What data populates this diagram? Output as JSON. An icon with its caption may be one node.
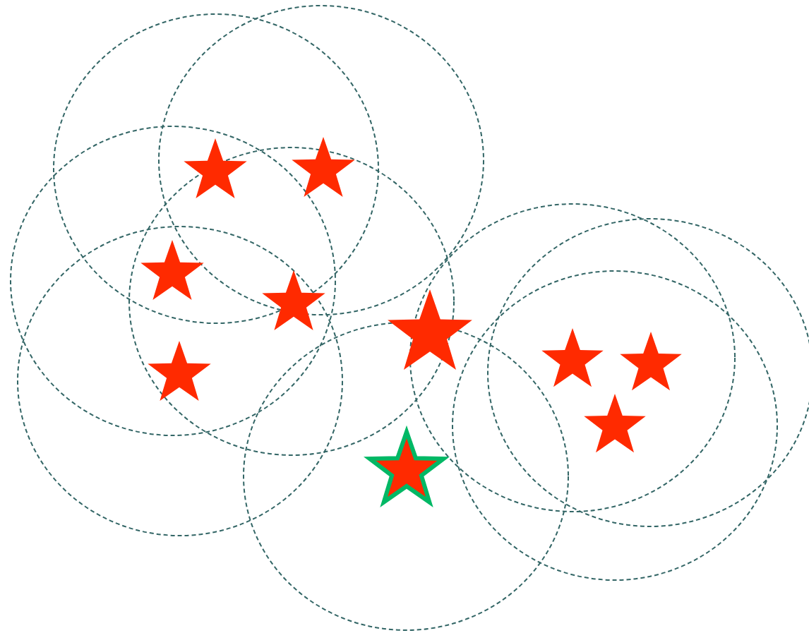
{
  "diagram": {
    "nodes": [
      {
        "text": [],
        "shape": "circle"
      },
      {
        "text": [],
        "shape": "circle"
      },
      {
        "text": [],
        "shape": "circle"
      },
      {
        "text": [],
        "shape": "circle"
      },
      {
        "text": [],
        "shape": "circle"
      },
      {
        "text": [],
        "shape": "circle"
      },
      {
        "text": [],
        "shape": "circle"
      },
      {
        "text": [],
        "shape": "circle"
      },
      {
        "text": [],
        "shape": "circle"
      },
      {
        "text": [],
        "shape": "star"
      },
      {
        "text": [],
        "shape": "star"
      },
      {
        "text": [],
        "shape": "star"
      },
      {
        "text": [],
        "shape": "star"
      },
      {
        "text": [],
        "shape": "star"
      },
      {
        "text": [],
        "shape": "star"
      },
      {
        "text": [],
        "shape": "star"
      },
      {
        "text": [],
        "shape": "star"
      },
      {
        "text": [],
        "shape": "star"
      },
      {
        "text": [],
        "shape": "star",
        "in": 5
      }
    ]
  }
}
